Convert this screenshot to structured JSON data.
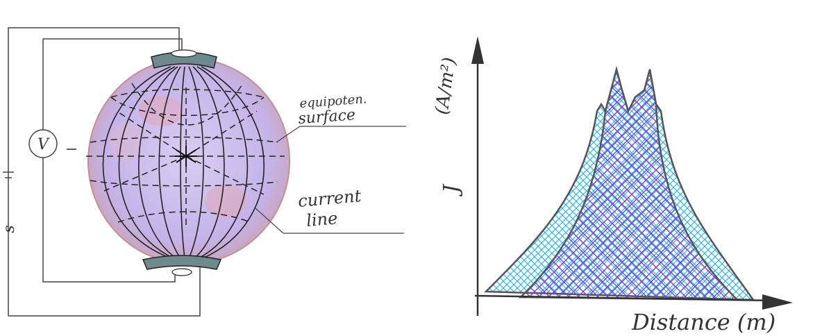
{
  "left_panel": {
    "meter_symbol": "V",
    "source_symbol": "s",
    "labels": {
      "equipotential_line1": "equipoten.",
      "equipotential_line2": "surface",
      "current_line1": "current",
      "current_line2": "line"
    }
  },
  "right_panel": {
    "y_unit": "(A/m²)",
    "y_symbol": "J",
    "x_label": "Distance (m)"
  },
  "colors": {
    "ink": "#333333",
    "sphere_fill": "#c9b6ea",
    "sphere_rim": "#d89a9a",
    "electrode": "#6f8a8c",
    "outer_hatch": "#2ab7e8",
    "inner_hatch": "#7b3fd6"
  }
}
